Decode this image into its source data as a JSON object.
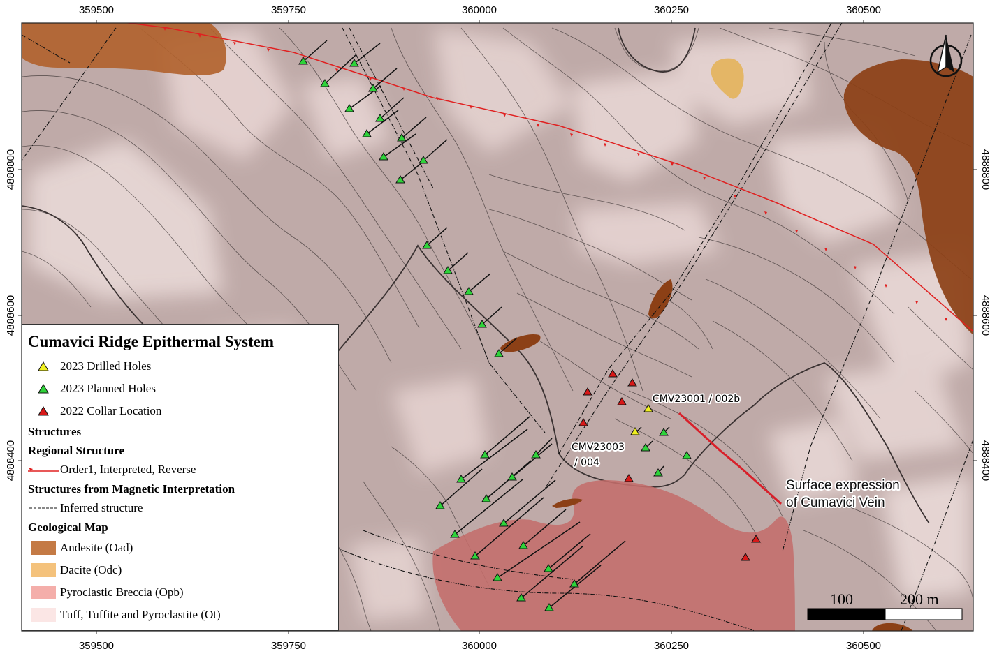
{
  "axes": {
    "x_ticks": [
      "359500",
      "359750",
      "360000",
      "360250",
      "360500"
    ],
    "y_ticks": [
      "4888800",
      "4888600",
      "4888400"
    ]
  },
  "colors": {
    "base_tuff": "#bfaaa8",
    "andesite": "#b0612b",
    "dacite": "#e4b666",
    "pyroclastic_breccia": "#c46d6b",
    "fault": "#e02020",
    "vein": "#d8202a",
    "drilled": "#f0f020",
    "planned": "#2ed33a",
    "collar_2022": "#d81818"
  },
  "legend": {
    "title": "Cumavici Ridge Epithermal System",
    "points": [
      {
        "label": "2023 Drilled Holes",
        "color": "#f0f020"
      },
      {
        "label": "2023 Planned Holes",
        "color": "#2ed33a"
      },
      {
        "label": "2022 Collar Location",
        "color": "#d81818"
      }
    ],
    "structures_header": "Structures",
    "regional_header": "Regional Structure",
    "regional_item": "Order1, Interpreted, Reverse",
    "magnetic_header": "Structures from Magnetic Interpretation",
    "magnetic_item": "Inferred structure",
    "geo_header": "Geological Map",
    "geo_units": [
      {
        "label": "Andesite (Oad)",
        "color": "#c47a45"
      },
      {
        "label": "Dacite (Odc)",
        "color": "#f4c27c"
      },
      {
        "label": "Pyroclastic Breccia (Opb)",
        "color": "#f4aeaa"
      },
      {
        "label": "Tuff, Tuffite and Pyroclastite (Ot)",
        "color": "#fbe6e5"
      }
    ]
  },
  "annotations": {
    "drilled_label": "CMV23001 / 002b",
    "planned_label_1": "CMV23003",
    "planned_label_2": "/ 004",
    "vein_label_1": "Surface expression",
    "vein_label_2": "of Cumavici Vein"
  },
  "scale_bar": {
    "label_mid": "100",
    "label_end": "200 m"
  },
  "north_arrow": {
    "icon": "north-arrow-icon"
  }
}
